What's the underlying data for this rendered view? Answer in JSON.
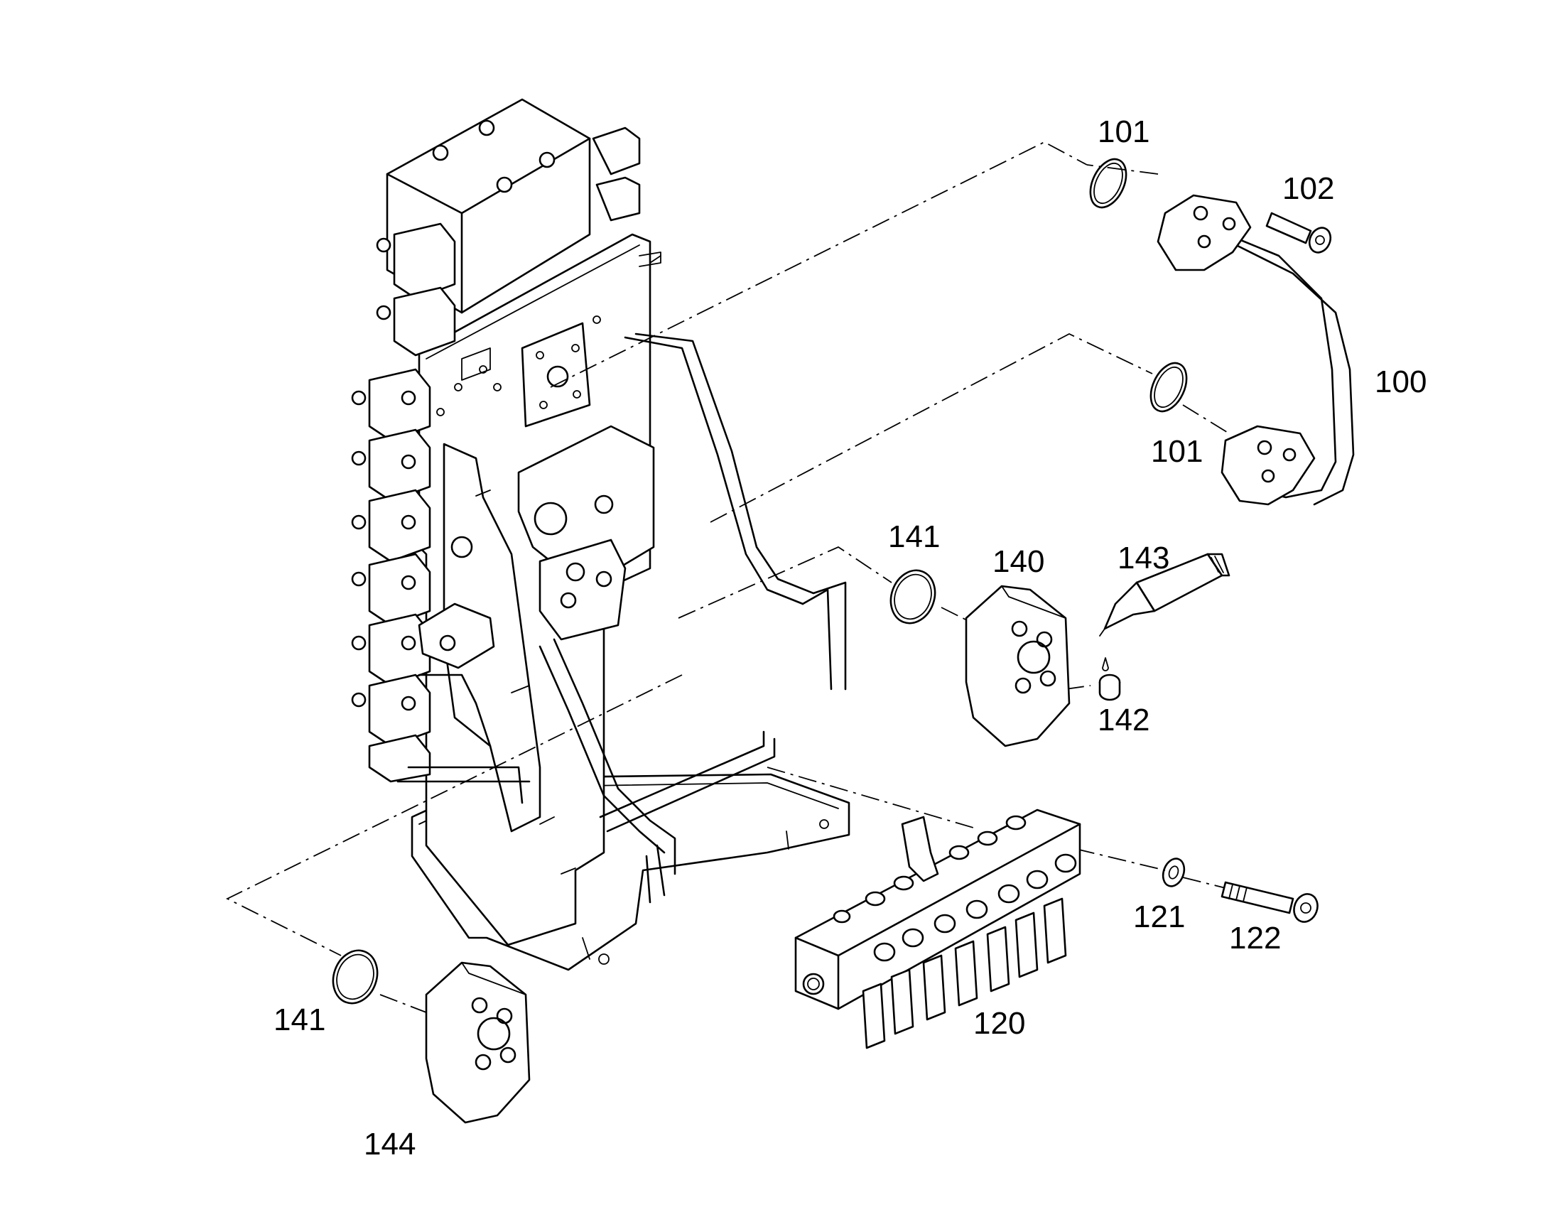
{
  "labels": {
    "p100": "100",
    "p101a": "101",
    "p101b": "101",
    "p102": "102",
    "p120": "120",
    "p121": "121",
    "p122": "122",
    "p140": "140",
    "p141a": "141",
    "p141b": "141",
    "p142": "142",
    "p143": "143",
    "p144": "144"
  },
  "colors": {
    "line": "#000000",
    "background": "#ffffff"
  }
}
